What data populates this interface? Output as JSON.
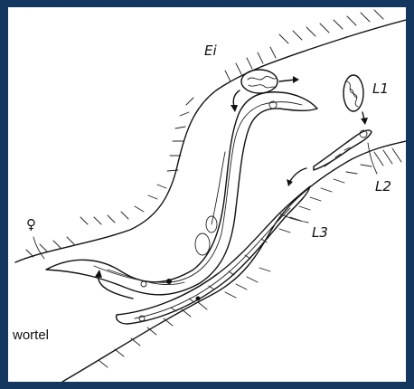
{
  "labels": {
    "egg": "Ei",
    "larva1": "L1",
    "larva2": "L2",
    "larva3": "L3",
    "female": "♀",
    "root": "wortel"
  }
}
